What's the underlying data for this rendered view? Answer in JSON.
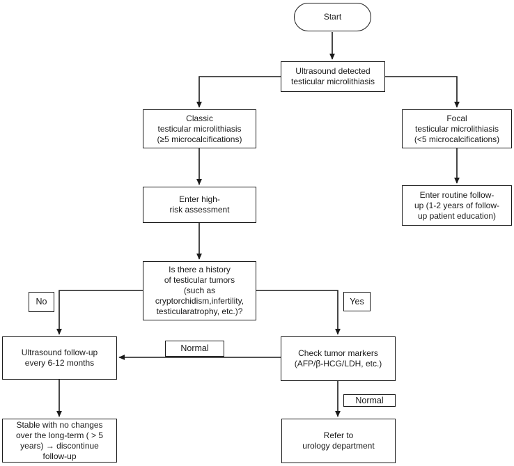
{
  "title": "Testicular microlithiasis ultrasound follow-up flowchart",
  "colors": {
    "ink": "#1a1a1a",
    "background": "#ffffff"
  },
  "flowchart": {
    "nodes": {
      "start": {
        "lines": [
          "Start"
        ]
      },
      "ultrasound": {
        "lines": [
          "Ultrasound detected",
          "testicular microlithiasis"
        ]
      },
      "classic": {
        "lines": [
          "Classic",
          "testicular microlithiasis",
          "(≥5 microcalcifications)"
        ]
      },
      "focal": {
        "lines": [
          "Focal",
          "testicular microlithiasis",
          "(<5 microcalcifications)"
        ]
      },
      "high_risk": {
        "lines": [
          "Enter high-",
          "risk assessment"
        ]
      },
      "routine": {
        "lines": [
          "Enter routine follow-",
          "up (1-2 years of follow-",
          "up patient education)"
        ]
      },
      "history_decision": {
        "lines": [
          "Is there a history",
          "of testicular tumors",
          "(such as",
          "cryptorchidism,infertility,",
          "testicularatrophy, etc.)?"
        ]
      },
      "no_label": {
        "lines": [
          "No"
        ]
      },
      "yes_label": {
        "lines": [
          "Yes"
        ]
      },
      "ultrasound_followup": {
        "lines": [
          "Ultrasound follow-up",
          "every 6-12 months"
        ]
      },
      "normal_left": {
        "lines": [
          "Normal"
        ]
      },
      "check_markers": {
        "lines": [
          "Check tumor markers",
          "(AFP/β-HCG/LDH, etc.)"
        ]
      },
      "normal_right": {
        "lines": [
          "Normal"
        ]
      },
      "stable": {
        "lines": [
          "Stable with no changes",
          "over the long-term ( > 5",
          "years) → discontinue",
          "follow-up"
        ]
      },
      "refer": {
        "lines": [
          "Refer to",
          "urology department"
        ]
      }
    }
  }
}
